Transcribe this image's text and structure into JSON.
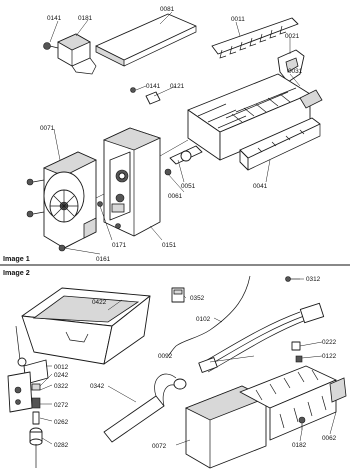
{
  "image_labels": {
    "image1": "Image 1",
    "image2": "Image 2"
  },
  "parts": {
    "p0141a": "0141",
    "p0181": "0181",
    "p0081": "0081",
    "p0011": "0011",
    "p0021": "0021",
    "p0031": "0031",
    "p0141b": "0141",
    "p0121": "0121",
    "p0071": "0071",
    "p0051": "0051",
    "p0061": "0061",
    "p0041": "0041",
    "p0171": "0171",
    "p0151": "0151",
    "p0161": "0161",
    "p0312": "0312",
    "p0422": "0422",
    "p0352": "0352",
    "p0102": "0102",
    "p0222": "0222",
    "p0092": "0092",
    "p0122": "0122",
    "p0012": "0012",
    "p0242": "0242",
    "p0322": "0322",
    "p0342": "0342",
    "p0272": "0272",
    "p0262": "0262",
    "p0282": "0282",
    "p0072": "0072",
    "p0182": "0182",
    "p0062": "0062"
  }
}
